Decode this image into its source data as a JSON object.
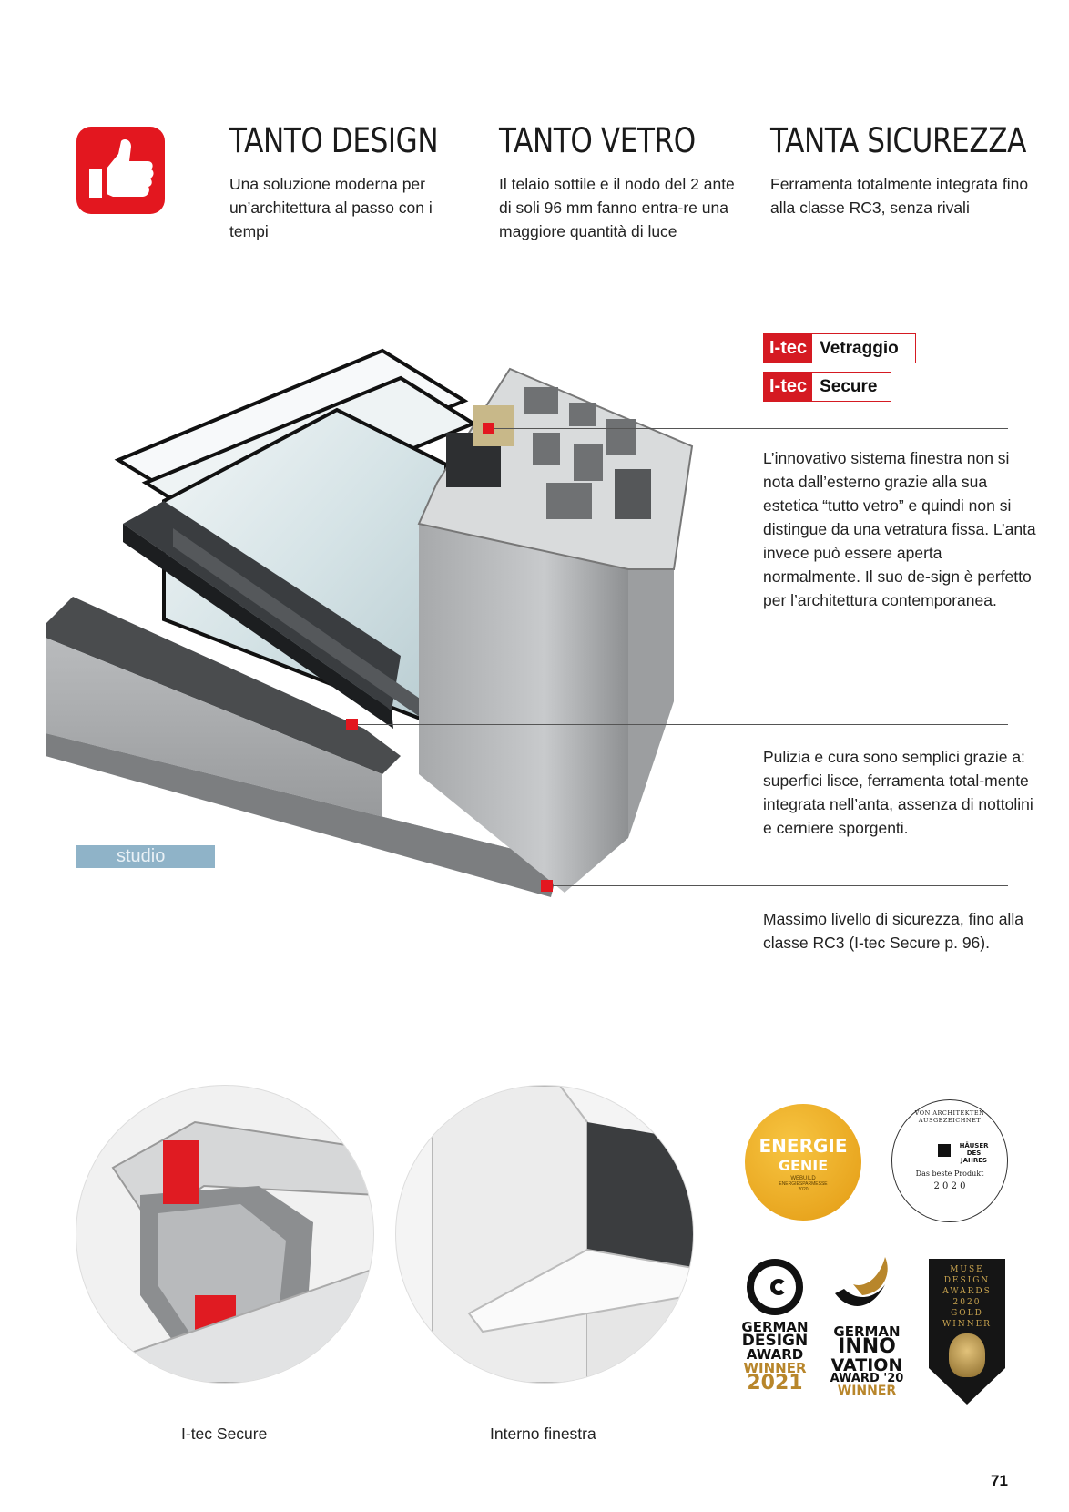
{
  "features": [
    {
      "title": "TANTO DESIGN",
      "text": "Una soluzione moderna per un’architettura al passo con i tempi"
    },
    {
      "title": "TANTO VETRO",
      "text": "Il telaio sottile e il nodo del 2 ante di soli 96 mm fanno entra-re una maggiore quantità di luce"
    },
    {
      "title": "TANTA SICUREZZA",
      "text": "Ferramenta totalmente integrata fino alla classe RC3, senza rivali"
    }
  ],
  "badges": [
    {
      "brand": "I-tec",
      "name": "Vetraggio"
    },
    {
      "brand": "I-tec",
      "name": "Secure"
    }
  ],
  "descriptions": [
    "L’innovativo sistema finestra non si nota dall’esterno grazie alla sua estetica “tutto vetro” e quindi non si distingue da una vetratura fissa. L’anta invece può essere aperta normalmente. Il suo de-sign è perfetto per l’architettura contemporanea.",
    "Pulizia e cura sono semplici grazie a: superfici lisce, ferramenta total-mente integrata nell’anta, assenza di nottolini e cerniere sporgenti.",
    "Massimo livello di sicurezza, fino alla classe RC3 (I-tec Secure p. 96)."
  ],
  "studio_label": "studio",
  "captions": [
    "I-tec Secure",
    "Interno finestra"
  ],
  "awards": {
    "energie": {
      "line1": "ENERGIE",
      "line2": "GENIE",
      "line3": "WEBUILD",
      "line4": "ENERGIESPARMESSE",
      "line5": "2020"
    },
    "architekten": {
      "ring": "VON ARCHITEKTEN AUSGEZEICHNET",
      "name": "HÄUSER DES JAHRES",
      "sub": "Das beste Produkt",
      "year": "2 0 2 0"
    },
    "german_design": {
      "l1": "GERMAN",
      "l2": "DESIGN",
      "l3": "AWARD",
      "l4": "WINNER",
      "l5": "2021"
    },
    "german_innovation": {
      "l1": "GERMAN",
      "l2": "INNO",
      "l3": "VATION",
      "l4": "AWARD '20",
      "l5": "WINNER"
    },
    "muse": {
      "l1": "MUSE",
      "l2": "DESIGN",
      "l3": "AWARDS",
      "l4": "2020",
      "l5": "GOLD",
      "l6": "WINNER"
    }
  },
  "page_number": "71",
  "colors": {
    "accent_red": "#e3171f",
    "studio_blue": "#8fb3c8",
    "gold": "#e7a51d"
  }
}
